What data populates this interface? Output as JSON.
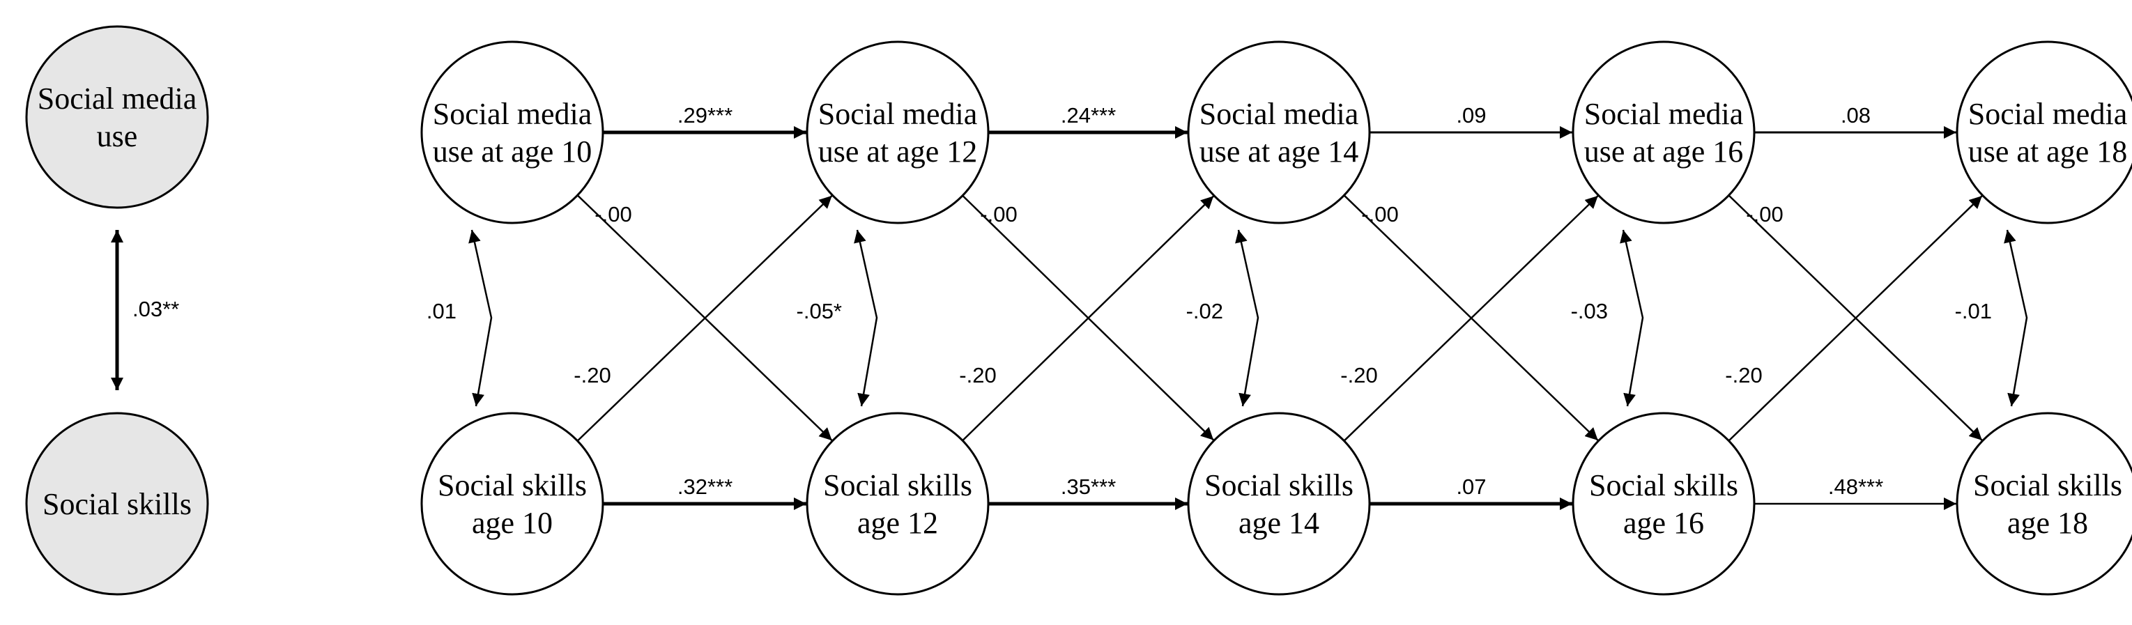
{
  "diagram": {
    "between_model": {
      "node_top": [
        "Social media",
        "use"
      ],
      "node_bottom": [
        "Social skills"
      ],
      "covariance": ".03**"
    },
    "media_nodes": [
      [
        "Social media",
        "use at age 10"
      ],
      [
        "Social media",
        "use at age 12"
      ],
      [
        "Social media",
        "use at age 14"
      ],
      [
        "Social media",
        "use at age 16"
      ],
      [
        "Social media",
        "use at age 18"
      ]
    ],
    "skills_nodes": [
      [
        "Social skills",
        "age 10"
      ],
      [
        "Social skills",
        "age 12"
      ],
      [
        "Social skills",
        "age 14"
      ],
      [
        "Social skills",
        "age 16"
      ],
      [
        "Social skills",
        "age 18"
      ]
    ],
    "media_autoregressive": [
      ".29***",
      ".24***",
      ".09",
      ".08"
    ],
    "skills_autoregressive": [
      ".32***",
      ".35***",
      ".07",
      ".48***"
    ],
    "media_to_skills": [
      "-.00",
      "-.00",
      "-.00",
      "-.00"
    ],
    "skills_to_media": [
      "-.20",
      "-.20",
      "-.20",
      "-.20"
    ],
    "within_covariances": [
      ".01",
      "-.05*",
      "-.02",
      "-.03",
      "-.01"
    ]
  }
}
